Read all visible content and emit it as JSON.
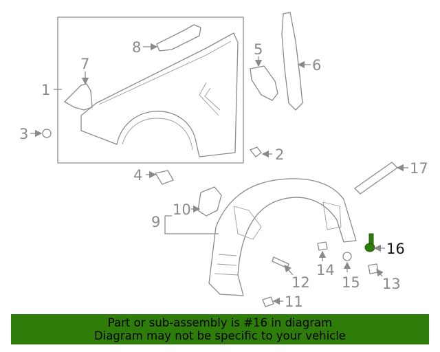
{
  "callouts": {
    "c1": "1",
    "c2": "2",
    "c3": "3",
    "c4": "4",
    "c5": "5",
    "c6": "6",
    "c7": "7",
    "c8": "8",
    "c9": "9",
    "c10": "10",
    "c11": "11",
    "c12": "12",
    "c13": "13",
    "c14": "14",
    "c15": "15",
    "c16": "16",
    "c17": "17"
  },
  "highlight_callout": "16",
  "colors": {
    "parts": "#8a8a8a",
    "highlight": "#2e7d0a",
    "banner": "#2e7d0a"
  },
  "banner": {
    "line1": "Part or sub-assembly is #16 in diagram",
    "line2": "Diagram may not be specific to your vehicle"
  }
}
